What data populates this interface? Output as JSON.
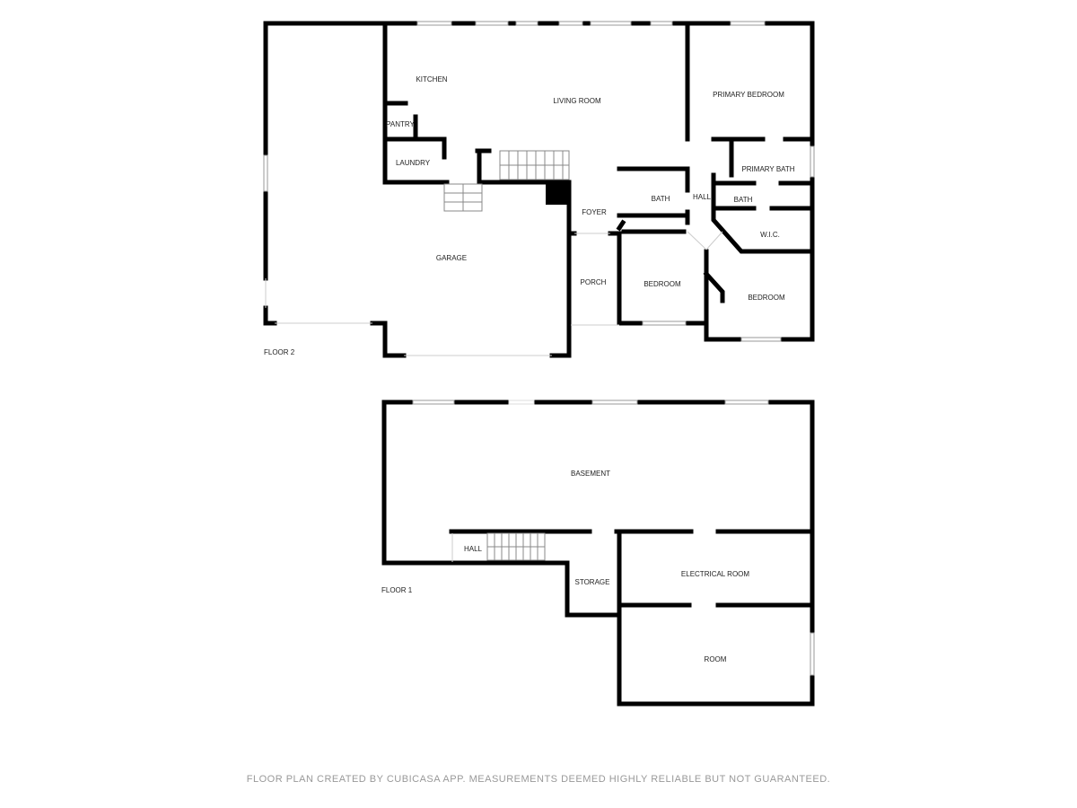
{
  "floors": [
    {
      "label": "FLOOR 2",
      "rooms": [
        "KITCHEN",
        "LIVING ROOM",
        "PRIMARY BEDROOM",
        "PANTRY",
        "LAUNDRY",
        "PRIMARY BATH",
        "BATH",
        "HALL",
        "BATH",
        "FOYER",
        "W.I.C.",
        "GARAGE",
        "PORCH",
        "BEDROOM",
        "BEDROOM"
      ]
    },
    {
      "label": "FLOOR 1",
      "rooms": [
        "BASEMENT",
        "HALL",
        "STORAGE",
        "ELECTRICAL ROOM",
        "ROOM"
      ]
    }
  ],
  "footer": "FLOOR PLAN CREATED BY CUBICASA APP. MEASUREMENTS DEEMED HIGHLY RELIABLE BUT NOT GUARANTEED."
}
